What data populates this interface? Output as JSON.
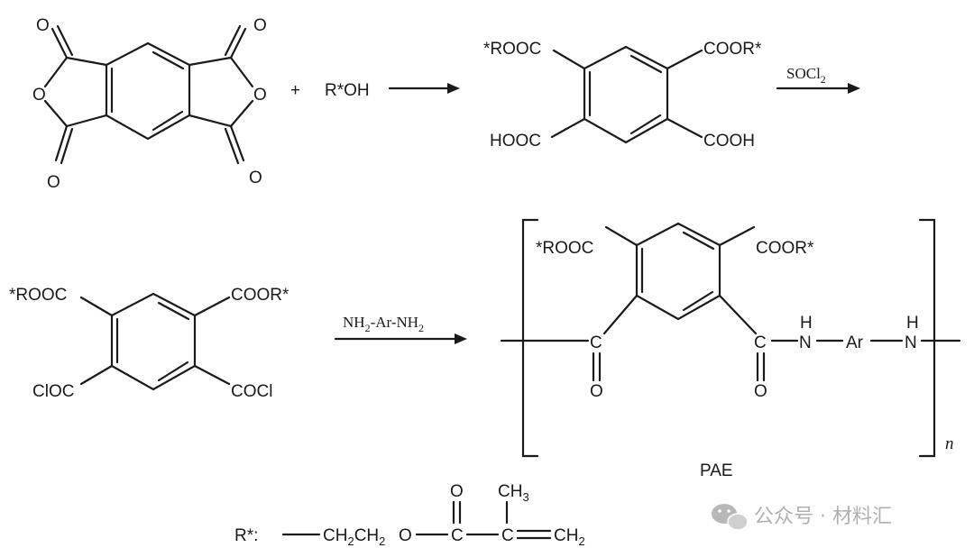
{
  "atoms": {
    "O": "O",
    "N": "N",
    "H": "H",
    "C": "C"
  },
  "labels": {
    "plus": "+",
    "alcohol": "R*OH",
    "r_ester": "*ROOC",
    "ester_r": "COOR*",
    "acid_left": "HOOC",
    "acid_right": "COOH",
    "acyl_left": "ClOC",
    "acyl_right": "COCl",
    "ar": "Ar",
    "n_repeat": "n",
    "polymer_name": "PAE",
    "r_def_prefix": "R*:",
    "ch3": "CH",
    "sub3": "3",
    "ch2": "CH",
    "sub2": "2"
  },
  "reagents": {
    "soc": "SOCl",
    "soc_sub": "2",
    "diamine_a": "NH",
    "diamine_sub": "2",
    "diamine_mid": "-Ar-NH"
  },
  "watermark": {
    "text": "公众号 · 材料汇",
    "icon": "wechat-icon"
  }
}
